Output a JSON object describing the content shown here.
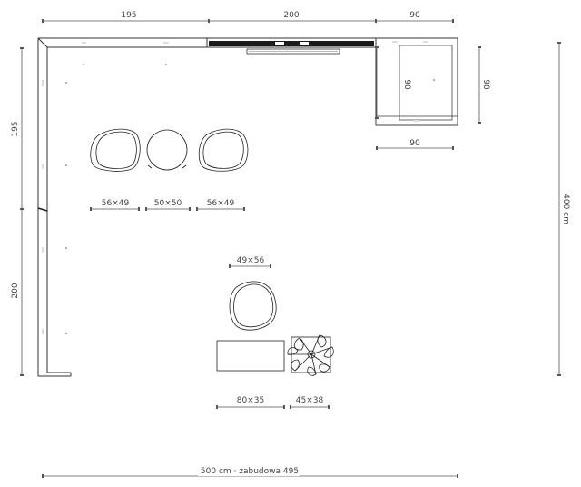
{
  "dimensions": {
    "top_left": "195",
    "top_middle": "200",
    "top_right": "90",
    "left_upper": "195",
    "left_lower": "200",
    "right_total": "400 cm",
    "cabinet_depth_inner": "90",
    "cabinet_depth_outer": "90",
    "cabinet_width_bottom": "90",
    "bottom_total": "500 cm · zabudowa 495"
  },
  "furniture": {
    "chair_1_size": "56×49",
    "stool_size": "50×50",
    "chair_2_size": "56×49",
    "chair_3_size": "49×56",
    "bench_size": "80×35",
    "plant_size": "45×38"
  }
}
